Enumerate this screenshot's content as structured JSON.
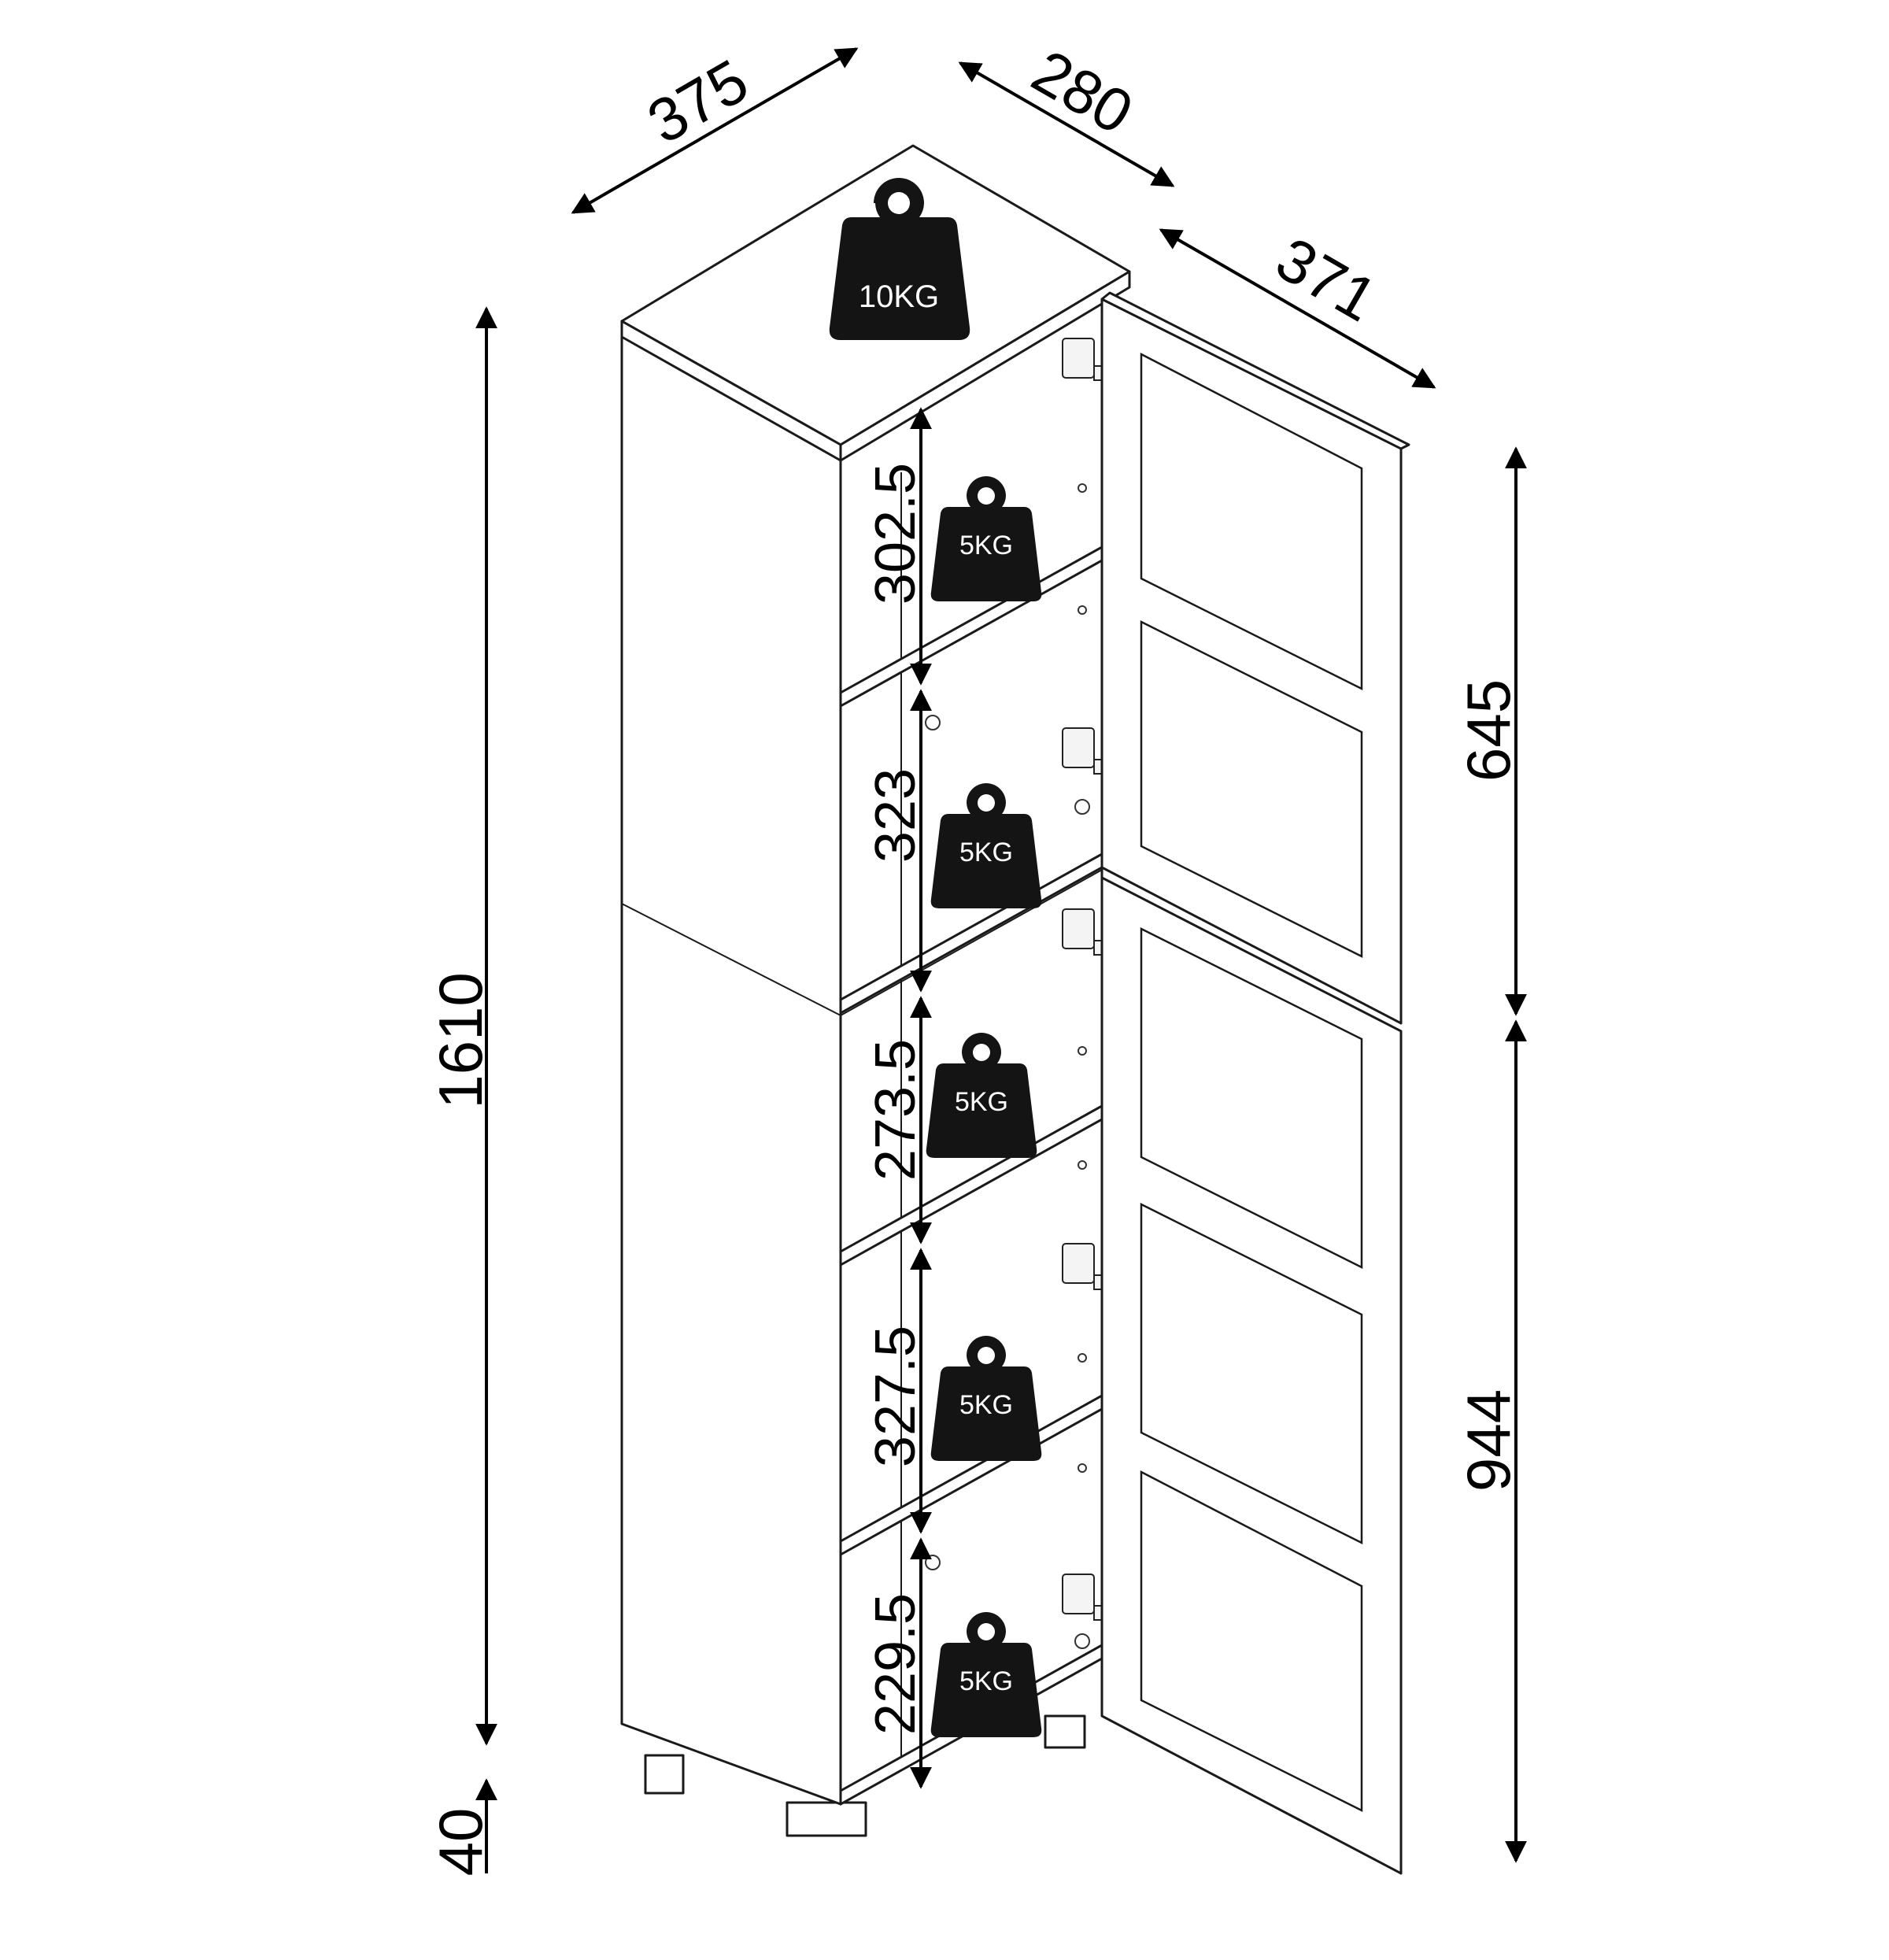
{
  "dimensions": {
    "width": "375",
    "depth": "280",
    "door_width": "371",
    "total_height": "1610",
    "leg_height": "40",
    "upper_door_height": "645",
    "lower_door_height": "944"
  },
  "shelf_heights": [
    "302.5",
    "323",
    "273.5",
    "327.5",
    "229.5"
  ],
  "weights": {
    "top": "10KG",
    "shelves": [
      "5KG",
      "5KG",
      "5KG",
      "5KG",
      "5KG"
    ]
  },
  "colors": {
    "line": "#1a1a1a",
    "weight": "#141414",
    "background": "#ffffff"
  }
}
